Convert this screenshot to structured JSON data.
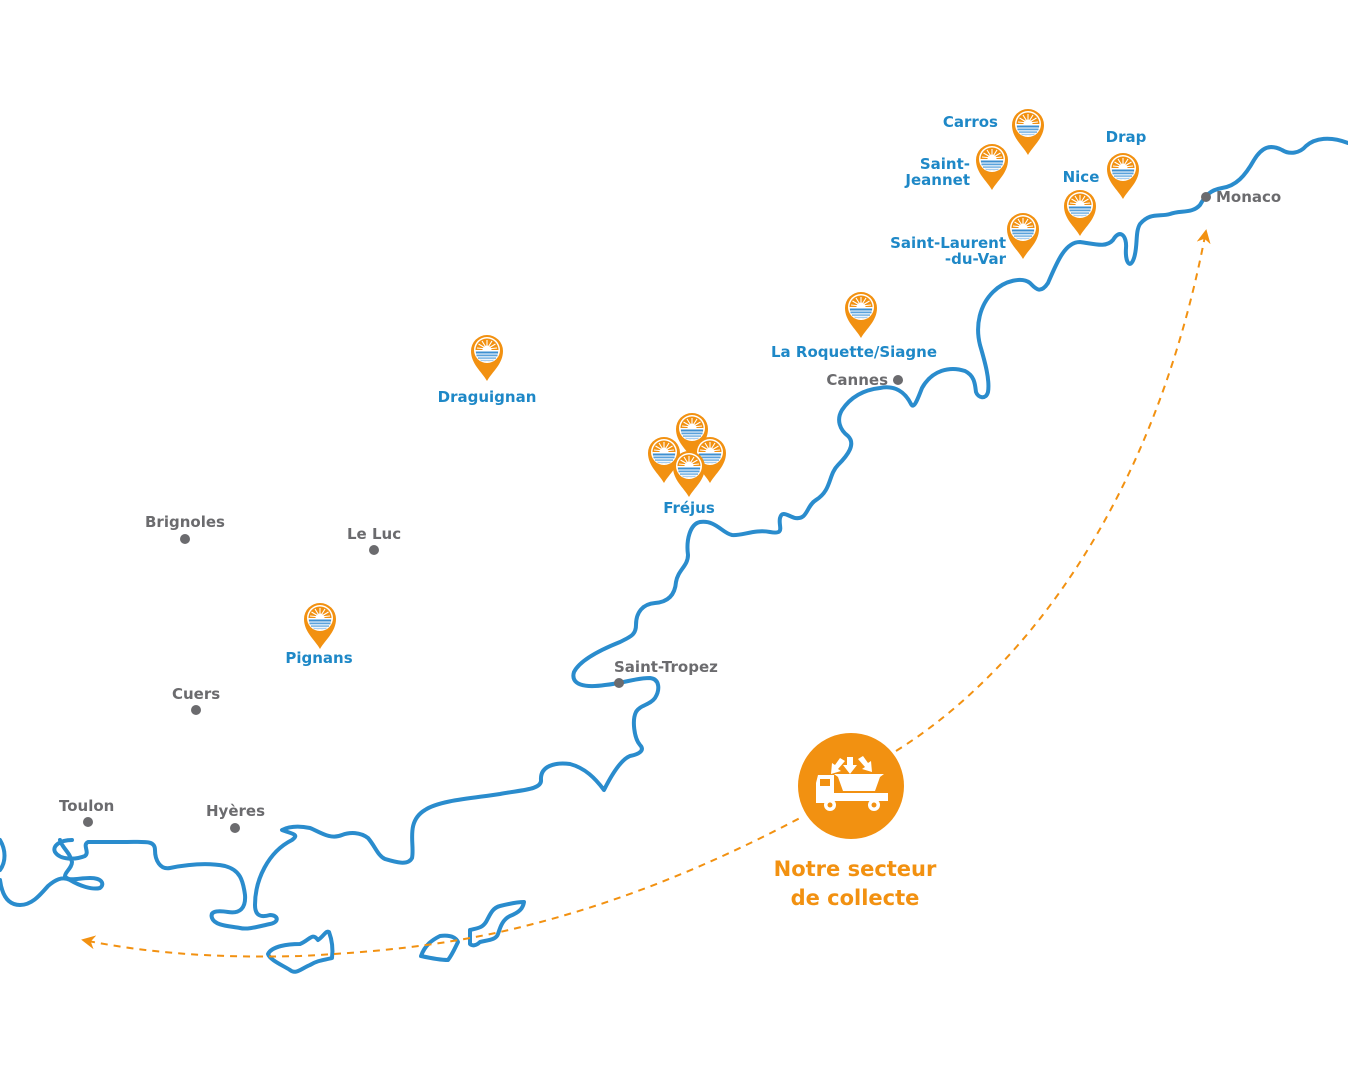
{
  "title": "Notre secteur de collecte",
  "colors": {
    "coastline": "#2a8ccd",
    "site_label": "#1e88c7",
    "town_label": "#6b6b6e",
    "accent": "#f29111",
    "background": "#ffffff"
  },
  "towns": [
    {
      "name": "Monaco"
    },
    {
      "name": "Cannes"
    },
    {
      "name": "Brignoles"
    },
    {
      "name": "Le Luc"
    },
    {
      "name": "Saint-Tropez"
    },
    {
      "name": "Cuers"
    },
    {
      "name": "Toulon"
    },
    {
      "name": "Hyères"
    }
  ],
  "sites": [
    {
      "name": "Carros",
      "icon": "sun-over-sea-pin-icon"
    },
    {
      "name_line1": "Saint-",
      "name_line2": "Jeannet",
      "icon": "sun-over-sea-pin-icon"
    },
    {
      "name": "Drap",
      "icon": "sun-over-sea-pin-icon"
    },
    {
      "name": "Nice",
      "icon": "sun-over-sea-pin-icon"
    },
    {
      "name_line1": "Saint-Laurent",
      "name_line2": "-du-Var",
      "icon": "sun-over-sea-pin-icon"
    },
    {
      "name": "La Roquette/Siagne",
      "icon": "sun-over-sea-pin-icon"
    },
    {
      "name": "Draguignan",
      "icon": "sun-over-sea-pin-icon"
    },
    {
      "name": "Fréjus",
      "pin_count": 4,
      "icon": "sun-over-sea-pin-icon"
    },
    {
      "name": "Pignans",
      "icon": "sun-over-sea-pin-icon"
    }
  ],
  "legend": {
    "icon": "skip-truck-icon",
    "line1": "Notre secteur",
    "line2": "de collecte",
    "route_icon": "dashed-arrow-icon"
  }
}
